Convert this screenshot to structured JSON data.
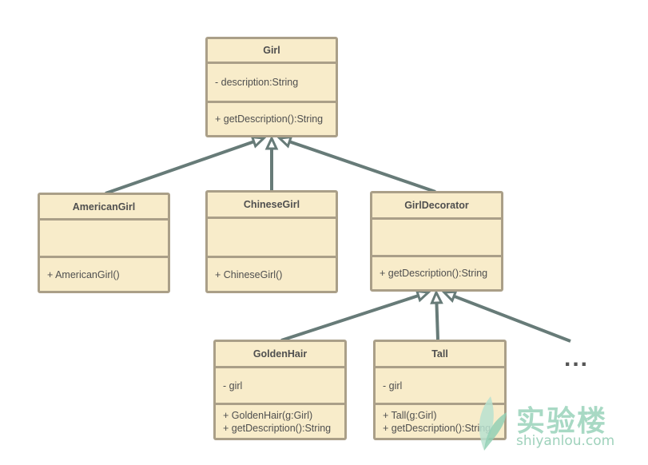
{
  "diagram": {
    "boxes": [
      {
        "id": "girl",
        "name": "Girl",
        "attributes": [
          "- description:String"
        ],
        "methods": [
          "+ getDescription():String"
        ]
      },
      {
        "id": "american-girl",
        "name": "AmericanGirl",
        "attributes": [],
        "methods": [
          "+ AmericanGirl()"
        ]
      },
      {
        "id": "chinese-girl",
        "name": "ChineseGirl",
        "attributes": [],
        "methods": [
          "+ ChineseGirl()"
        ]
      },
      {
        "id": "girl-decorator",
        "name": "GirlDecorator",
        "attributes": [],
        "methods": [
          "+ getDescription():String"
        ]
      },
      {
        "id": "golden-hair",
        "name": "GoldenHair",
        "attributes": [
          "- girl"
        ],
        "methods": [
          "+ GoldenHair(g:Girl)",
          "+ getDescription():String"
        ]
      },
      {
        "id": "tall",
        "name": "Tall",
        "attributes": [
          "- girl"
        ],
        "methods": [
          "+ Tall(g:Girl)",
          "+ getDescription():String"
        ]
      }
    ],
    "ellipsis": "...",
    "colors": {
      "box_fill": "#f8ecca",
      "box_border": "#aa9f88",
      "arrow": "#677b78",
      "text": "#4f4f4f",
      "watermark": "#a8d9c4"
    }
  },
  "watermark": {
    "cn": "实验楼",
    "en": "shiyanlou.com"
  }
}
